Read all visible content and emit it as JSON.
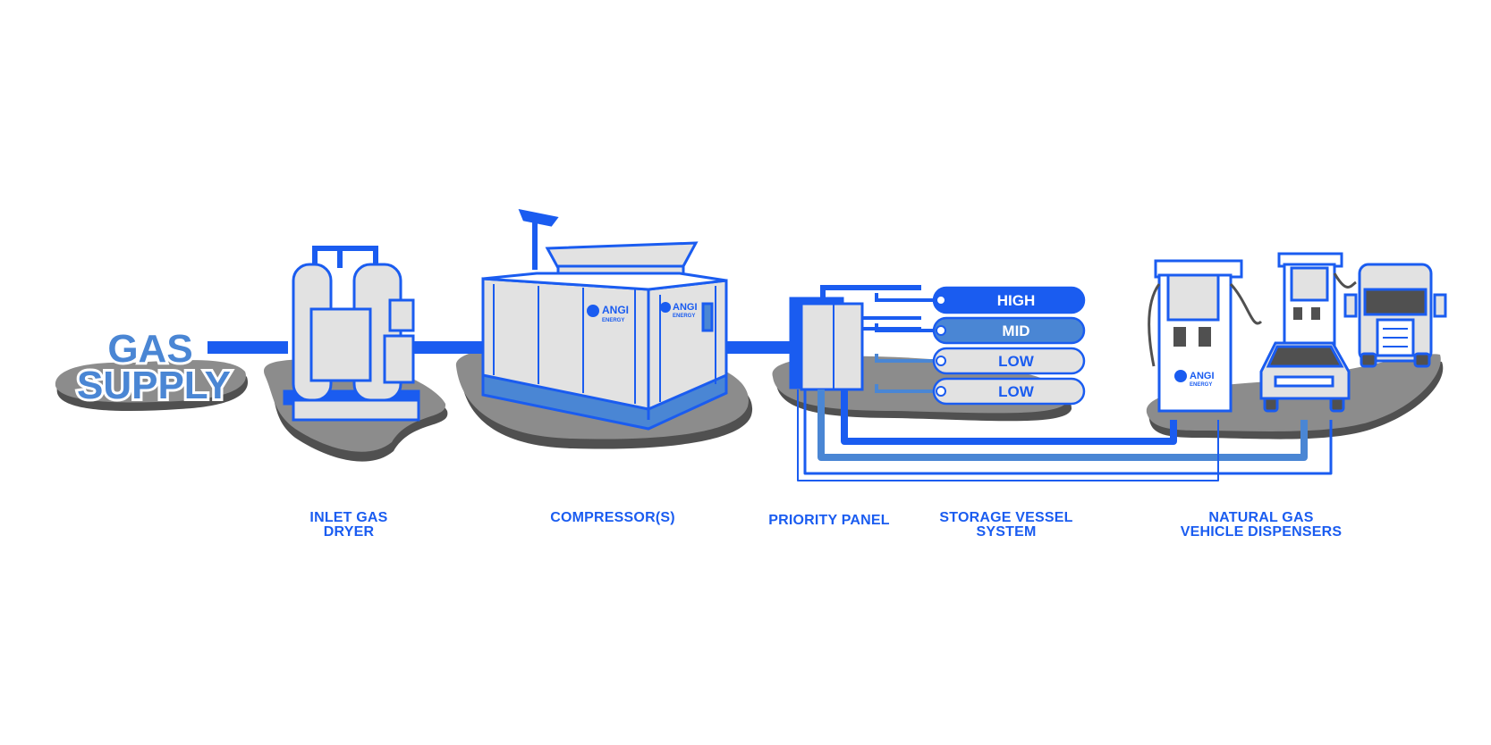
{
  "gas_supply": {
    "line1": "GAS",
    "line2": "SUPPLY"
  },
  "brand": {
    "name": "ANGI",
    "sub": "ENERGY"
  },
  "tanks": [
    {
      "label": "HIGH",
      "fill": "#1a5cf0",
      "text_color": "#ffffff"
    },
    {
      "label": "MID",
      "fill": "#4a86d4",
      "text_color": "#ffffff"
    },
    {
      "label": "LOW",
      "fill": "#e2e2e2",
      "text_color": "#1a5cf0"
    },
    {
      "label": "LOW",
      "fill": "#e2e2e2",
      "text_color": "#1a5cf0"
    }
  ],
  "stages": {
    "dryer": {
      "line1": "INLET GAS",
      "line2": "DRYER"
    },
    "compressor": {
      "line1": "COMPRESSOR(S)"
    },
    "priority": {
      "line1": "PRIORITY PANEL"
    },
    "storage": {
      "line1": "STORAGE VESSEL",
      "line2": "SYSTEM"
    },
    "dispensers": {
      "line1": "NATURAL GAS",
      "line2": "VEHICLE DISPENSERS"
    }
  },
  "colors": {
    "blue": "#1a5cf0",
    "mid_blue": "#4a86d4",
    "light_gray": "#e2e2e2",
    "ground_gray": "#8c8c8c",
    "shadow_gray": "#505050"
  }
}
